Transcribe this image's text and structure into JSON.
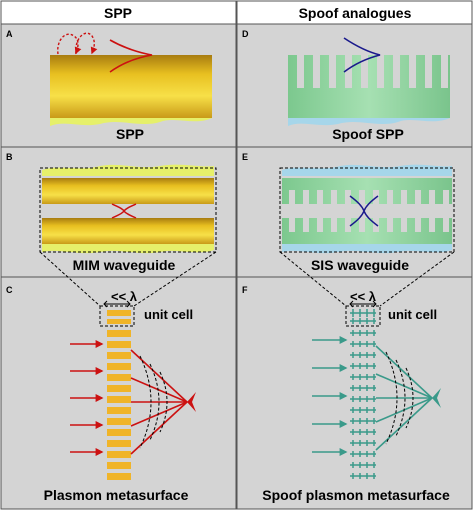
{
  "headers": {
    "left": "SPP",
    "right": "Spoof analogues"
  },
  "panels": {
    "A": {
      "letter": "A",
      "caption": "SPP"
    },
    "B": {
      "letter": "B",
      "caption": "MIM waveguide"
    },
    "C": {
      "letter": "C",
      "caption": "Plasmon metasurface",
      "unit_label": "unit cell",
      "scale_label": "<< λ"
    },
    "D": {
      "letter": "D",
      "caption": "Spoof SPP"
    },
    "E": {
      "letter": "E",
      "caption": "SIS waveguide"
    },
    "F": {
      "letter": "F",
      "caption": "Spoof plasmon metasurface",
      "unit_label": "unit cell",
      "scale_label": "<< λ"
    }
  },
  "colors": {
    "panel_bg": "#d4d4d4",
    "border": "#555555",
    "gold": "#e8c020",
    "green": "#8fd4a0",
    "teal": "#3a9a8a",
    "red": "#cc1111",
    "navy": "#1a1a8c",
    "yellow_glow": "#e6f06a",
    "blue_glow": "#a6d6ea"
  }
}
